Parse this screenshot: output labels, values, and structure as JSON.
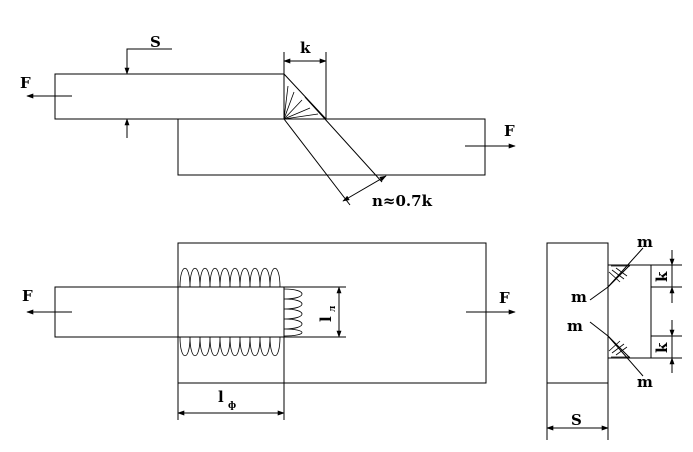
{
  "labels": {
    "force": "F",
    "thickness": "S",
    "leg": "k",
    "throat": "n≈0.7k",
    "side_weld": "l",
    "side_weld_sub": "ф",
    "front_weld": "l",
    "front_weld_sub": "л",
    "section_mark": "m"
  }
}
